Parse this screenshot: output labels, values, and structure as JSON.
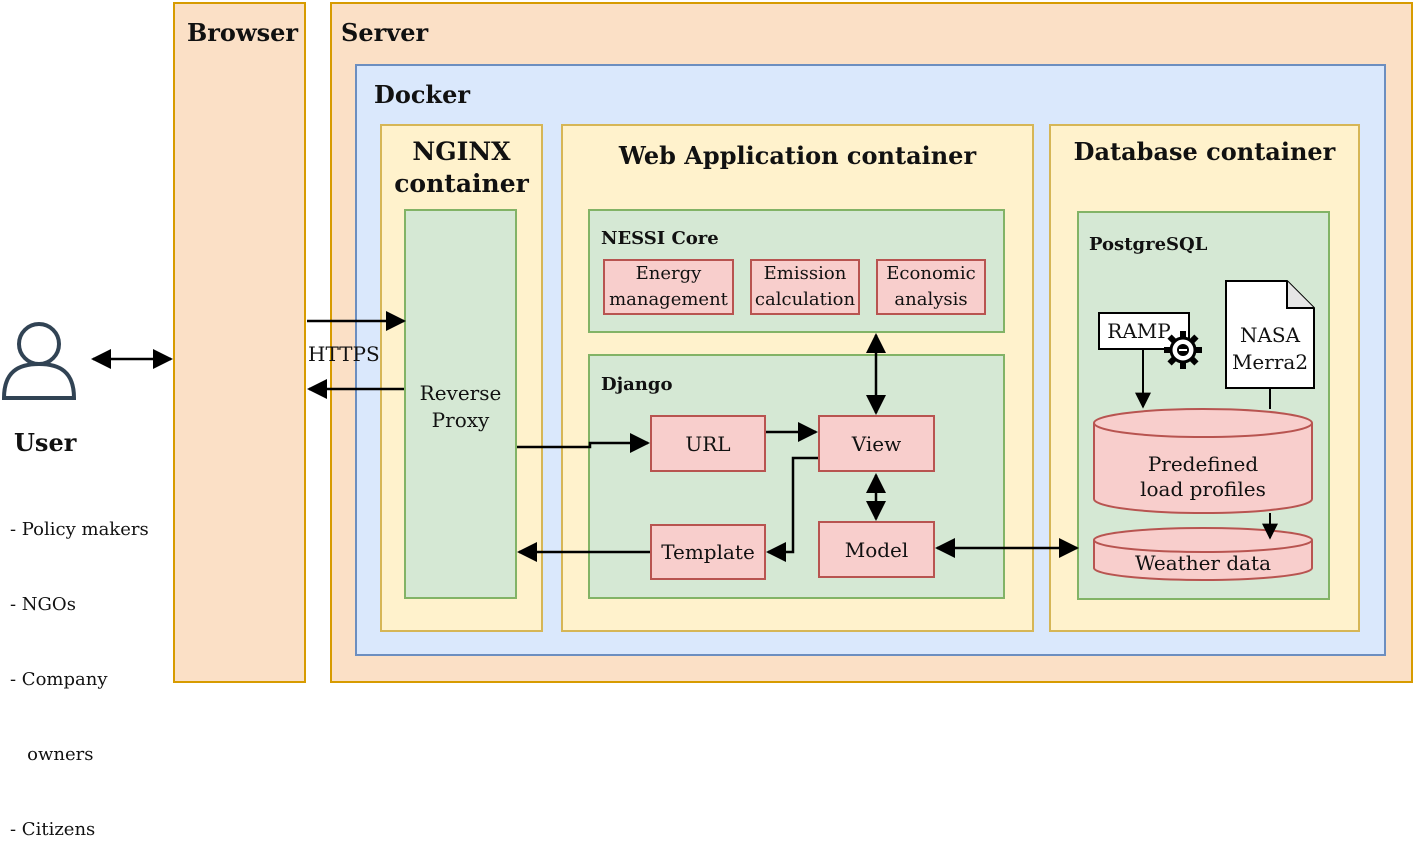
{
  "user": {
    "label": "User",
    "roles": [
      "- Policy makers",
      "- NGOs",
      "- Company",
      "   owners",
      "- Citizens"
    ]
  },
  "browser": {
    "label": "Browser"
  },
  "server": {
    "label": "Server"
  },
  "docker": {
    "label": "Docker"
  },
  "nginx": {
    "title_line1": "NGINX",
    "title_line2": "container",
    "proxy_line1": "Reverse",
    "proxy_line2": "Proxy"
  },
  "https_label": "HTTPS",
  "webapp": {
    "title": "Web Application container",
    "core": {
      "title": "NESSI Core",
      "modules": [
        {
          "line1": "Energy",
          "line2": "management"
        },
        {
          "line1": "Emission",
          "line2": "calculation"
        },
        {
          "line1": "Economic",
          "line2": "analysis"
        }
      ]
    },
    "django": {
      "title": "Django",
      "url": "URL",
      "view": "View",
      "template": "Template",
      "model": "Model"
    }
  },
  "database": {
    "title": "Database container",
    "postgres": {
      "title": "PostgreSQL",
      "ramp": "RAMP",
      "nasa_line1": "NASA",
      "nasa_line2": "Merra2",
      "profiles_line1": "Predefined",
      "profiles_line2": "load profiles",
      "weather": "Weather data"
    }
  },
  "colors": {
    "orange_fill": "#fbe0c6",
    "orange_stroke": "#d79b00",
    "blue_fill": "#dae8fc",
    "blue_stroke": "#6c8ebf",
    "yellow_fill": "#fff2cc",
    "yellow_stroke": "#d6b656",
    "green_fill": "#d5e8d4",
    "green_stroke": "#82b366",
    "red_fill": "#f8cecc",
    "red_stroke": "#b85450",
    "user_icon": "#314354"
  }
}
